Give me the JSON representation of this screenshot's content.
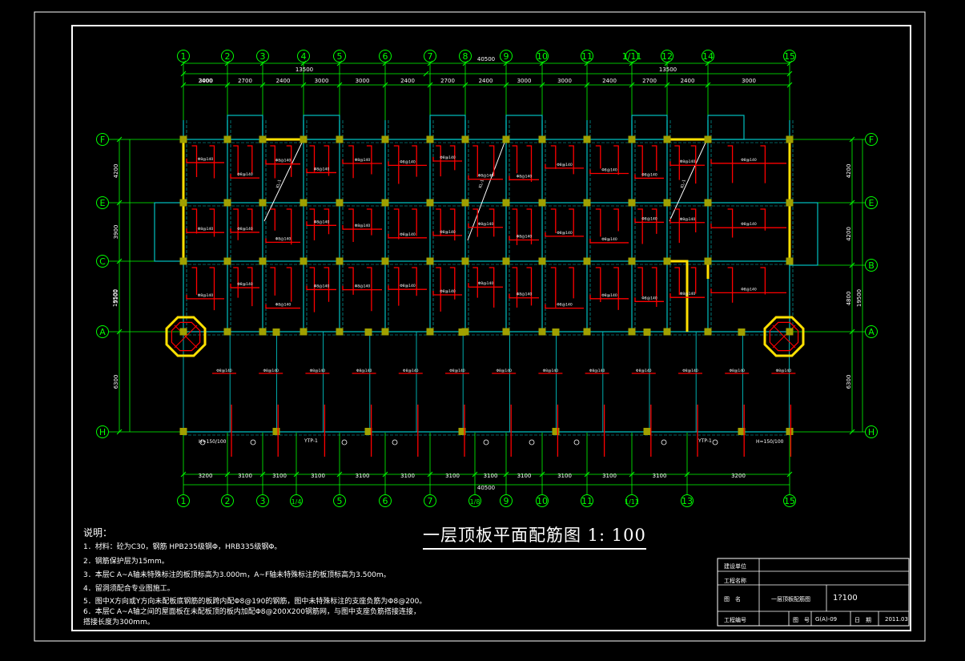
{
  "axes_top": [
    "1",
    "2",
    "3",
    "4",
    "5",
    "6",
    "7",
    "8",
    "9",
    "10",
    "11",
    "1/11",
    "12",
    "14",
    "15"
  ],
  "axes_bottom": [
    "1",
    "2",
    "3",
    "1/4",
    "5",
    "6",
    "7",
    "1/8",
    "9",
    "10",
    "11",
    "1/11",
    "13",
    "15"
  ],
  "axes_left": [
    "F",
    "E",
    "C",
    "A",
    "H"
  ],
  "axes_right": [
    "F",
    "E",
    "B",
    "A",
    "H"
  ],
  "dims_top_total": "40500",
  "dims_top_half": [
    "13500",
    "13500"
  ],
  "dims_top_spans": [
    "3000",
    "2400",
    "2700",
    "2400",
    "3000",
    "3000",
    "2400",
    "2700",
    "2400",
    "3000",
    "3000",
    "2400",
    "2700",
    "2400",
    "3000"
  ],
  "dims_bottom_spans": [
    "3200",
    "3100",
    "3100",
    "3100",
    "3100",
    "3100",
    "3100",
    "3100",
    "3100",
    "3100",
    "3100",
    "3100",
    "3200"
  ],
  "dims_bottom_total": "40500",
  "dims_left": [
    "4200",
    "3900",
    "5100",
    "6300"
  ],
  "dims_left_total": "19500",
  "dims_right": [
    "4200",
    "4200",
    "4800",
    "6300"
  ],
  "dims_right_total": "19500",
  "main_title": "一层顶板平面配筋图 1: 100",
  "notes_title": "说明：",
  "notes": [
    "1．材料：砼为C30，钢筋 HPB235级钢Φ，HRB335级钢Φ。",
    "2．钢筋保护层为15mm。",
    "3．本层C A~A轴未特殊标注的板顶标高为3.000m，A~F轴未特殊标注的板顶标高为3.500m。",
    "4．留洞须配合专业图施工。",
    "5．图中X方向或Y方向未配板底钢筋的板跨内配Φ8@190的钢筋，图中未特殊标注的支座负筋为Φ8@200。",
    "6．本层C A~A轴之间的屋面板在未配板顶的板内加配Φ8@200X200钢筋网，与图中支座负筋搭接连接，",
    "   搭接长度为300mm。"
  ],
  "title_block": {
    "row1_label": "建设单位",
    "row2_label": "工程名称",
    "row3_label": "图　名",
    "row3_value": "一层顶板配筋图",
    "row3_scale": "1?100",
    "row4_label": "工程编号",
    "row4_fig_label": "图　号",
    "row4_fig_value": "G(A)-09",
    "row4_date_label": "日　期",
    "row4_date_value": "2011.03"
  },
  "marks": {
    "ytp": "YTP-1",
    "slab_h": "H=150/100",
    "kl": "KL-1",
    "rebar_sample": "Φ8@140"
  },
  "colors": {
    "axis": "#00ff00",
    "rebar": "#ff0000",
    "beam": "#00c0c0",
    "column": "#a0a000",
    "highlight": "#ffe000",
    "frame": "#ffffff"
  }
}
